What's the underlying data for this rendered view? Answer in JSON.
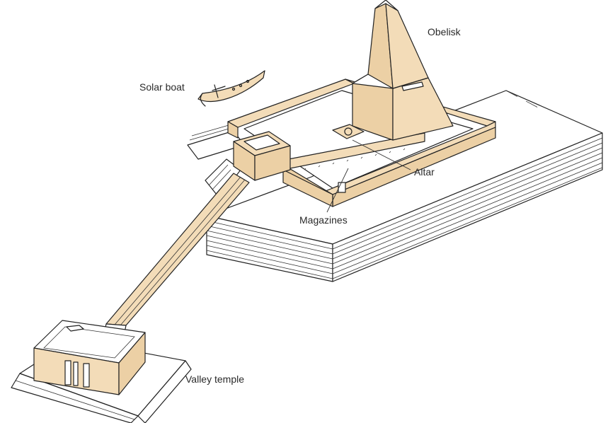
{
  "labels": {
    "obelisk": "Obelisk",
    "solar_boat": "Solar boat",
    "altar": "Altar",
    "magazines": "Magazines",
    "valley_temple": "Valley temple"
  },
  "colors": {
    "stone": "#f3dcb8",
    "stone_shade": "#ecd0a5",
    "line": "#222222",
    "background": "#ffffff"
  }
}
